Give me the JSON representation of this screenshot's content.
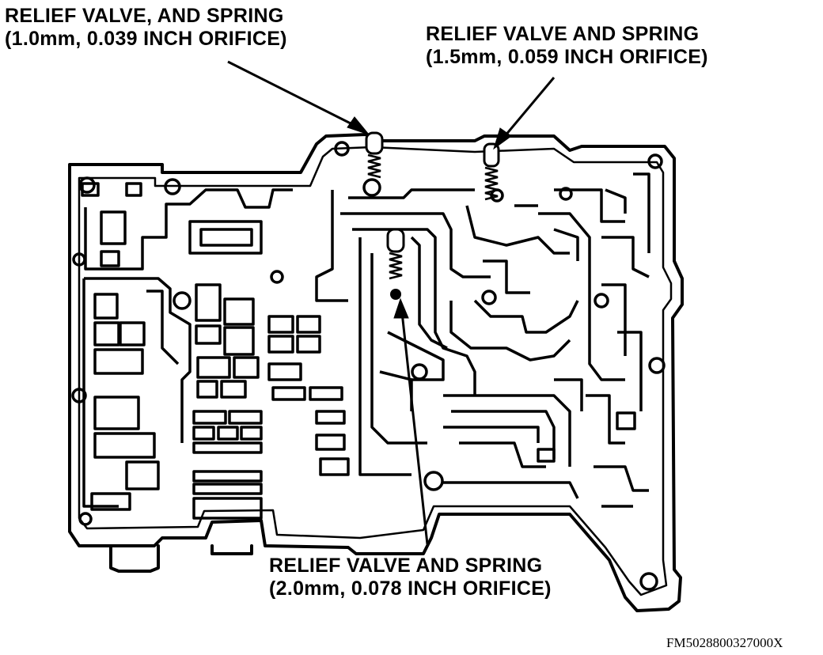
{
  "callouts": {
    "top_left": {
      "line1": "RELIEF VALVE, AND SPRING",
      "line2": "(1.0mm, 0.039 INCH ORIFICE)"
    },
    "top_right": {
      "line1": "RELIEF VALVE AND SPRING",
      "line2": "(1.5mm, 0.059 INCH ORIFICE)"
    },
    "bottom": {
      "line1": "RELIEF VALVE AND SPRING",
      "line2": "(2.0mm, 0.078 INCH ORIFICE)"
    }
  },
  "figure_id": "FM5028800327000X",
  "colors": {
    "ink": "#000000",
    "paper": "#ffffff"
  }
}
